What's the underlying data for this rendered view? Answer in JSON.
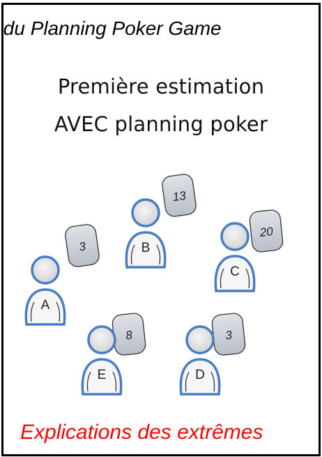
{
  "slide": {
    "top_title": "s du Planning Poker Game",
    "heading_line1": "Première estimation",
    "heading_line2": "AVEC planning poker",
    "bottom_text": "Explications des extrêmes"
  },
  "players": [
    {
      "name": "A",
      "card": "3"
    },
    {
      "name": "B",
      "card": "13"
    },
    {
      "name": "C",
      "card": "20"
    },
    {
      "name": "D",
      "card": "3"
    },
    {
      "name": "E",
      "card": "8"
    }
  ],
  "colors": {
    "outline": "#4a7cc4",
    "card_fill": "#c9ced6",
    "body_fill": "#f4f4f4",
    "bottom_text": "#ff0000"
  }
}
